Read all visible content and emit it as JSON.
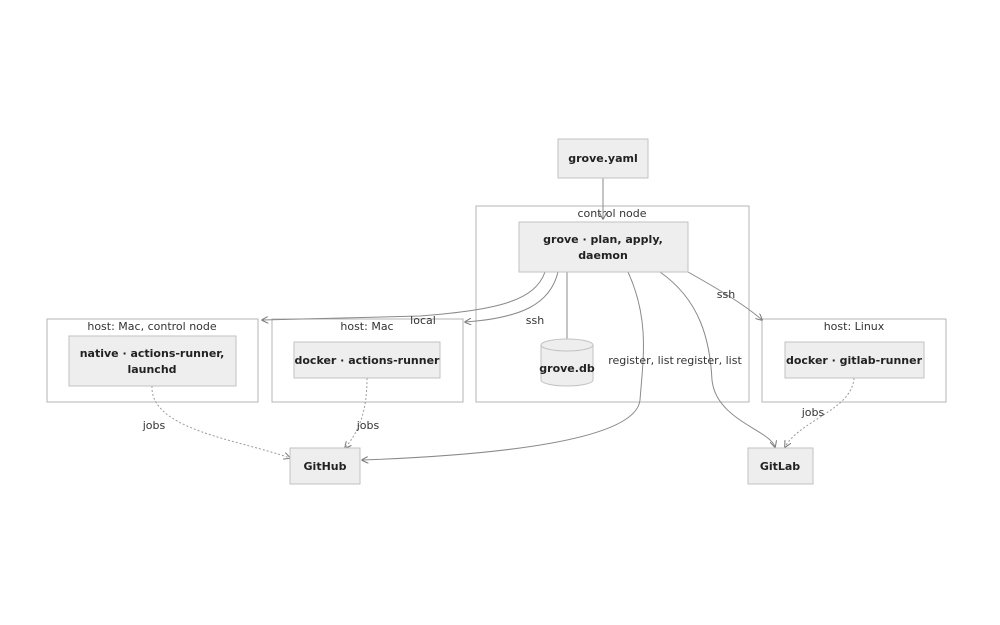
{
  "clusters": {
    "control_node": "control node",
    "host_mac_control": "host: Mac, control node",
    "host_mac": "host: Mac",
    "host_linux": "host: Linux"
  },
  "nodes": {
    "grove_yaml": "grove.yaml",
    "grove_line1": "grove · plan, apply,",
    "grove_line2": "daemon",
    "grove_db": "grove.db",
    "native_line1": "native · actions-runner,",
    "native_line2": "launchd",
    "docker_actions": "docker · actions-runner",
    "docker_gitlab": "docker · gitlab-runner",
    "github": "GitHub",
    "gitlab": "GitLab"
  },
  "edges": {
    "local": "local",
    "ssh_mac": "ssh",
    "ssh_linux": "ssh",
    "register_github": "register, list",
    "register_gitlab": "register, list",
    "jobs_native": "jobs",
    "jobs_docker": "jobs",
    "jobs_linux": "jobs"
  }
}
